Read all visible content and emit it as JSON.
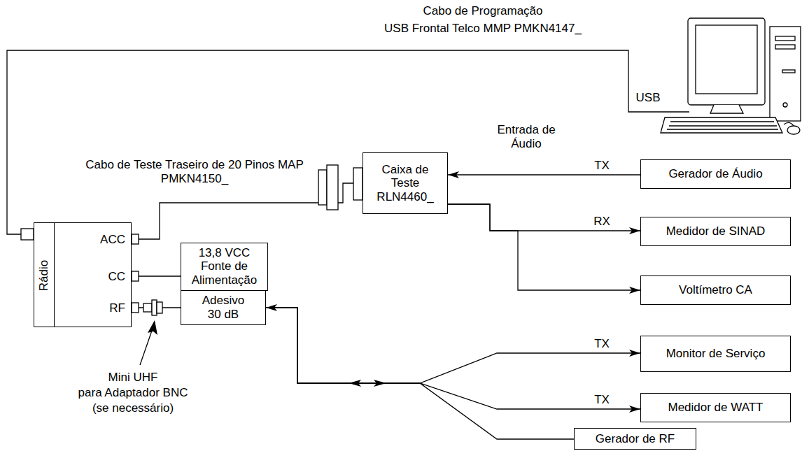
{
  "diagram": {
    "nodes": [
      {
        "text": [
          "Rádio",
          "ACC",
          "CC",
          "RF"
        ]
      },
      {
        "text": [
          "13,8 VCC Fonte de Alimentação"
        ]
      },
      {
        "text": [
          "Adesivo 30 dB"
        ]
      },
      {
        "text": [
          "Caixa de Teste RLN4460_"
        ]
      },
      {
        "text": [
          "Gerador de Áudio"
        ]
      },
      {
        "text": [
          "Medidor de SINAD"
        ]
      },
      {
        "text": [
          "Voltímetro CA"
        ]
      },
      {
        "text": [
          "Monitor de Serviço"
        ]
      },
      {
        "text": [
          "Medidor de WATT"
        ]
      },
      {
        "text": [
          "Gerador de RF"
        ]
      }
    ],
    "edges": [
      {
        "from": 0,
        "to": 3,
        "arrow": "none",
        "label": "Cabo de Teste Traseiro de 20 Pinos MAP PMKN4150_"
      },
      {
        "from": 0,
        "to": 1,
        "arrow": "none"
      },
      {
        "from": 0,
        "to": 2,
        "arrow": "none"
      },
      {
        "from": 4,
        "to": 3,
        "arrow": "to",
        "label": "TX"
      },
      {
        "from": 3,
        "to": 5,
        "arrow": "to",
        "label": "RX"
      },
      {
        "from": 3,
        "to": 6,
        "arrow": "to"
      },
      {
        "from": 2,
        "to": 7,
        "arrow": "to",
        "label": "TX"
      },
      {
        "from": 2,
        "to": 8,
        "arrow": "to",
        "label": "TX"
      },
      {
        "from": 9,
        "to": 2,
        "arrow": "to"
      }
    ],
    "labels": [
      "Cabo de Programação",
      "USB Frontal Telco MMP PMKN4147_",
      "USB",
      "Entrada de Áudio",
      "Mini UHF",
      "para Adaptador BNC",
      "(se necessário)"
    ]
  }
}
